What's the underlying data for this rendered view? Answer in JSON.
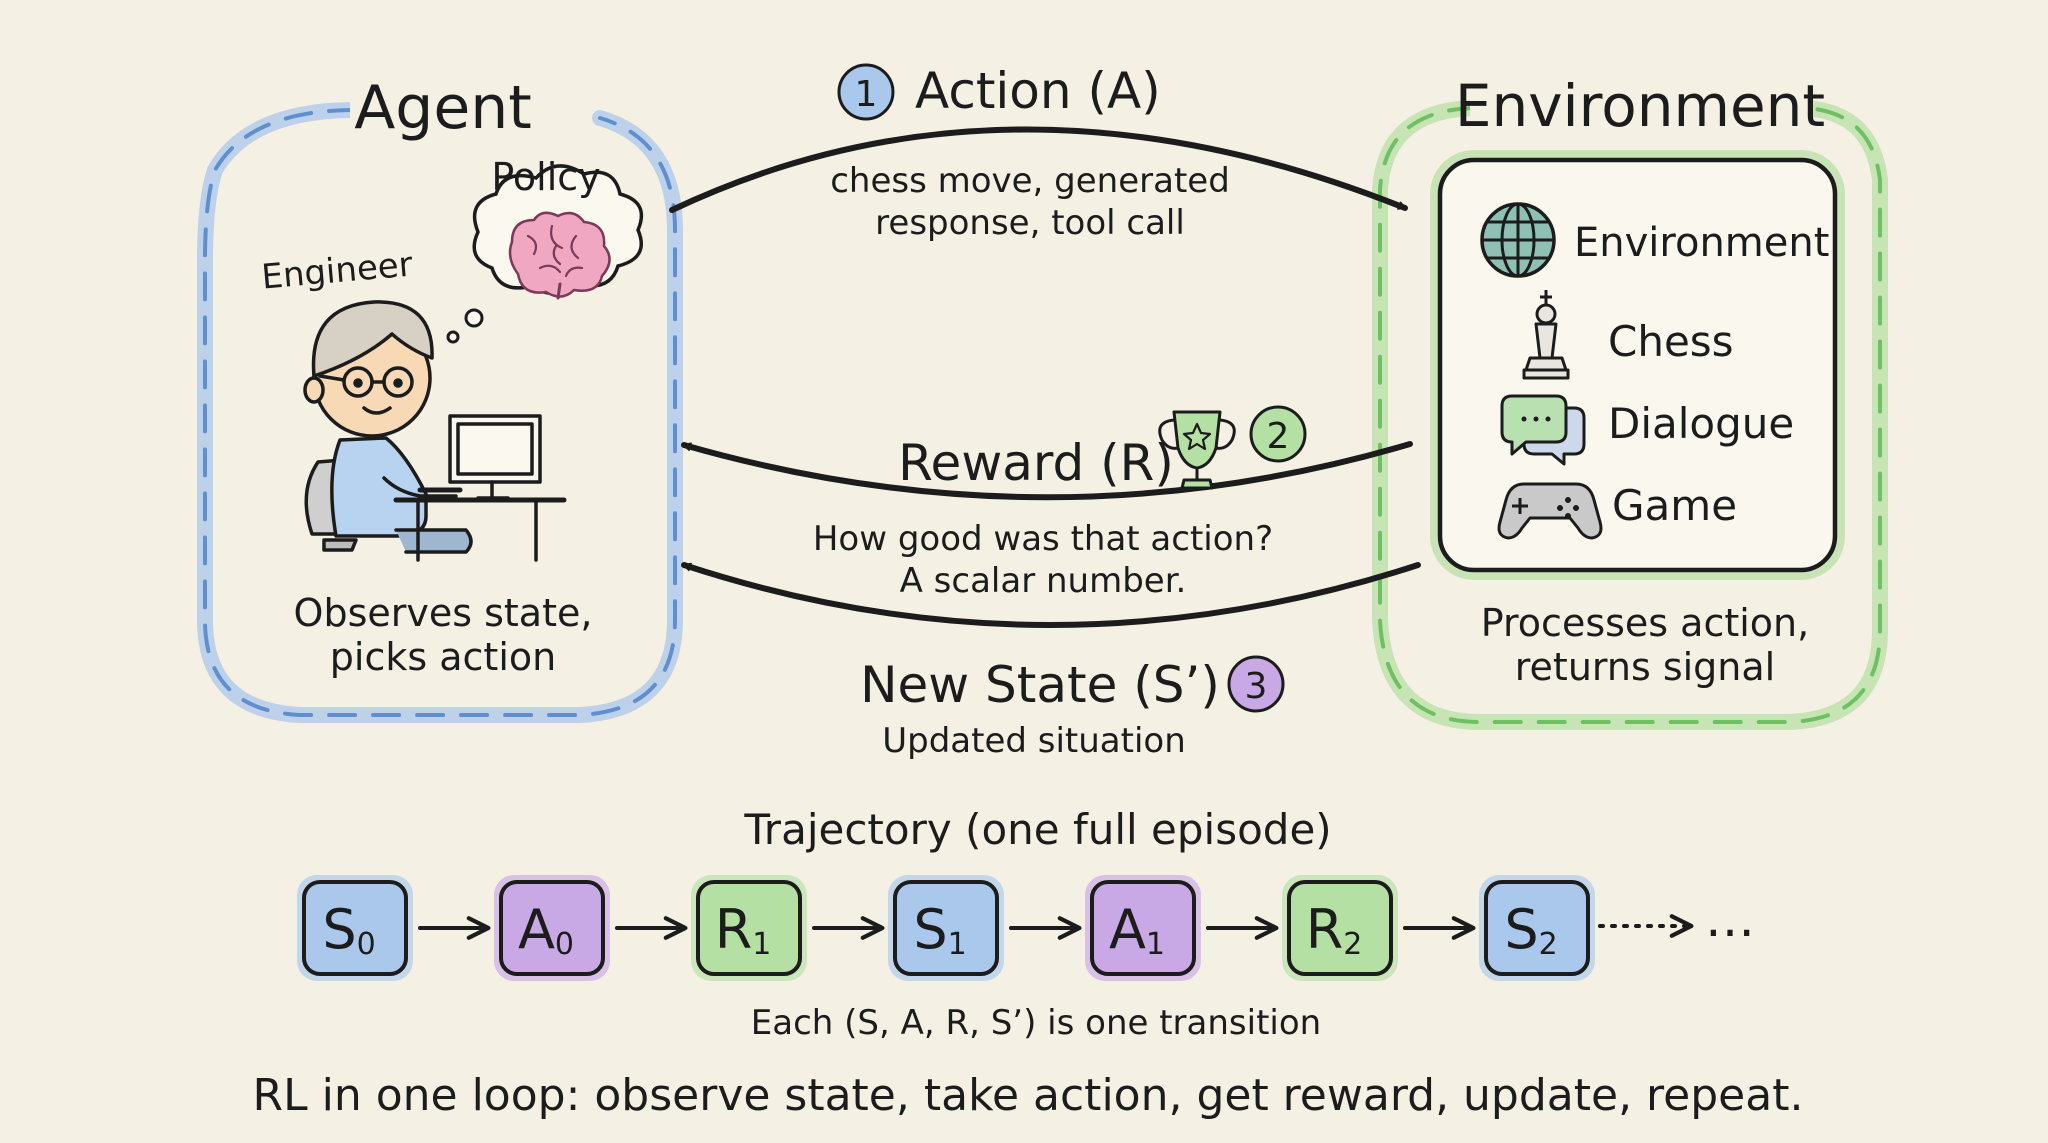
{
  "agent": {
    "title": "Agent",
    "engineer_label": "Engineer",
    "policy_label": "Policy",
    "description_line1": "Observes state,",
    "description_line2": "picks action"
  },
  "environment": {
    "title": "Environment",
    "panel_title": "Environment",
    "items": [
      {
        "label": "Chess",
        "icon": "chess-king-icon"
      },
      {
        "label": "Dialogue",
        "icon": "chat-bubbles-icon"
      },
      {
        "label": "Game",
        "icon": "gamepad-icon"
      }
    ],
    "description_line1": "Processes action,",
    "description_line2": "returns signal"
  },
  "action": {
    "number": "1",
    "label": "Action (A)",
    "desc_line1": "chess move, generated",
    "desc_line2": "response, tool call"
  },
  "reward": {
    "number": "2",
    "label": "Reward (R)",
    "desc_line1": "How good was that action?",
    "desc_line2": "A scalar number."
  },
  "new_state": {
    "number": "3",
    "label": "New State (S’)",
    "desc": "Updated situation"
  },
  "trajectory": {
    "title": "Trajectory (one full episode)",
    "steps": [
      {
        "letter": "S",
        "sub": "0",
        "kind": "state"
      },
      {
        "letter": "A",
        "sub": "0",
        "kind": "action"
      },
      {
        "letter": "R",
        "sub": "1",
        "kind": "reward"
      },
      {
        "letter": "S",
        "sub": "1",
        "kind": "state"
      },
      {
        "letter": "A",
        "sub": "1",
        "kind": "action"
      },
      {
        "letter": "R",
        "sub": "2",
        "kind": "reward"
      },
      {
        "letter": "S",
        "sub": "2",
        "kind": "state"
      }
    ],
    "ellipsis": "…",
    "note": "Each (S, A, R, S’) is one transition"
  },
  "footer": "RL in one loop: observe state, take action, get reward, update, repeat.",
  "colors": {
    "background": "#f5f0e4",
    "state_blue": "#a9c8ec",
    "action_purple": "#c9a8e6",
    "reward_green": "#b5e0a4",
    "agent_border": "#7ea6da",
    "env_border": "#8fcf82",
    "ink": "#1c1c1c"
  }
}
